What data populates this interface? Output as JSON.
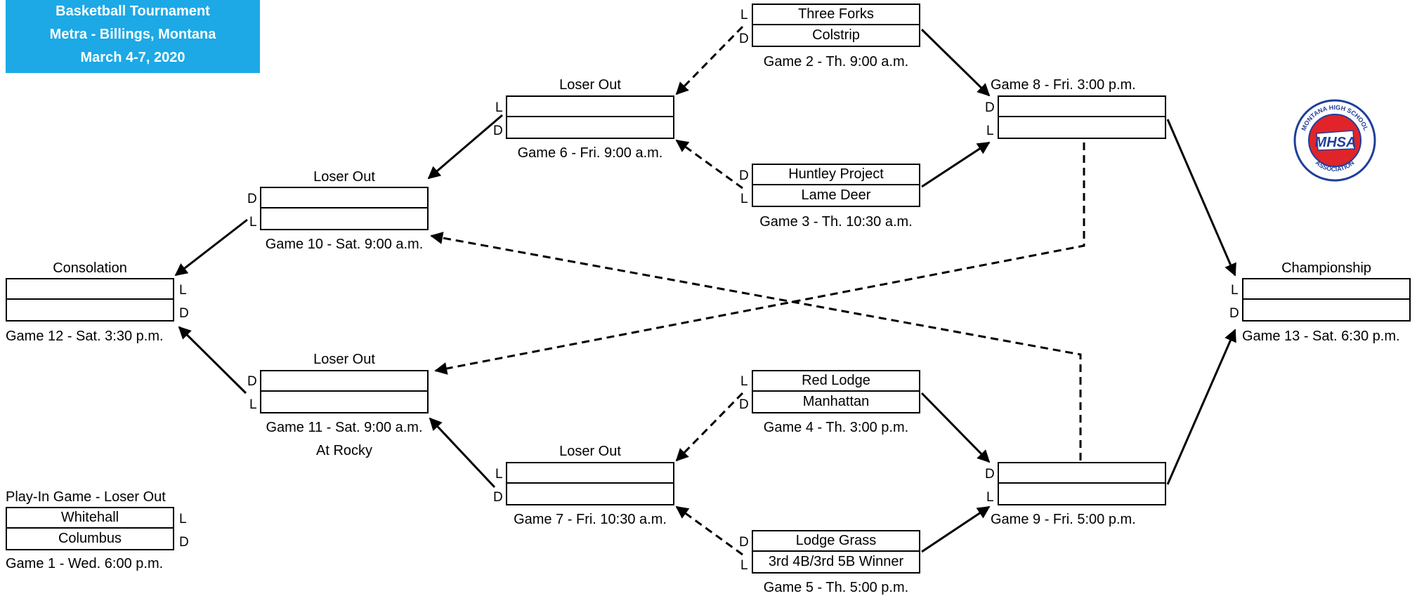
{
  "header": {
    "line1": "Basketball Tournament",
    "line2": "Metra - Billings, Montana",
    "line3": "March 4-7, 2020"
  },
  "logo": {
    "text": "MHSA",
    "ring_text": "MONTANA HIGH SCHOOL ASSOCIATION",
    "colors": {
      "blue": "#1f3f99",
      "red": "#e0242a"
    }
  },
  "accent_color": "#1ca9e6",
  "games": {
    "g1": {
      "top": "Whitehall",
      "bottom": "Columbus",
      "caption": "Game 1 - Wed. 6:00 p.m.",
      "heading": "Play-In Game - Loser Out",
      "top_mark": "L",
      "bottom_mark": "D"
    },
    "g2": {
      "top": "Three Forks",
      "bottom": "Colstrip",
      "caption": "Game 2 - Th. 9:00 a.m.",
      "top_mark": "L",
      "bottom_mark": "D"
    },
    "g3": {
      "top": "Huntley Project",
      "bottom": "Lame Deer",
      "caption": "Game 3 - Th. 10:30 a.m.",
      "top_mark": "D",
      "bottom_mark": "L"
    },
    "g4": {
      "top": "Red Lodge",
      "bottom": "Manhattan",
      "caption": "Game 4 - Th. 3:00 p.m.",
      "top_mark": "L",
      "bottom_mark": "D"
    },
    "g5": {
      "top": "Lodge Grass",
      "bottom": "3rd 4B/3rd 5B Winner",
      "caption": "Game 5 - Th. 5:00 p.m.",
      "top_mark": "D",
      "bottom_mark": "L"
    },
    "g6": {
      "top": "",
      "bottom": "",
      "caption": "Game 6 - Fri. 9:00 a.m.",
      "heading": "Loser Out",
      "top_mark": "L",
      "bottom_mark": "D"
    },
    "g7": {
      "top": "",
      "bottom": "",
      "caption": "Game 7 - Fri. 10:30 a.m.",
      "heading": "Loser Out",
      "top_mark": "L",
      "bottom_mark": "D"
    },
    "g8": {
      "top": "",
      "bottom": "",
      "caption": "Game 8 - Fri. 3:00 p.m.",
      "top_mark": "D",
      "bottom_mark": "L"
    },
    "g9": {
      "top": "",
      "bottom": "",
      "caption": "Game 9 - Fri. 5:00 p.m.",
      "top_mark": "D",
      "bottom_mark": "L"
    },
    "g10": {
      "top": "",
      "bottom": "",
      "caption": "Game 10 - Sat. 9:00 a.m.",
      "heading": "Loser Out",
      "top_mark": "D",
      "bottom_mark": "L"
    },
    "g11": {
      "top": "",
      "bottom": "",
      "caption": "Game 11 - Sat. 9:00 a.m.",
      "caption2": "At Rocky",
      "heading": "Loser Out",
      "top_mark": "D",
      "bottom_mark": "L"
    },
    "g12": {
      "top": "",
      "bottom": "",
      "caption": "Game 12 - Sat. 3:30 p.m.",
      "heading": "Consolation",
      "top_mark": "L",
      "bottom_mark": "D"
    },
    "g13": {
      "top": "",
      "bottom": "",
      "caption": "Game 13 - Sat. 6:30 p.m.",
      "heading": "Championship",
      "top_mark": "L",
      "bottom_mark": "D"
    }
  }
}
